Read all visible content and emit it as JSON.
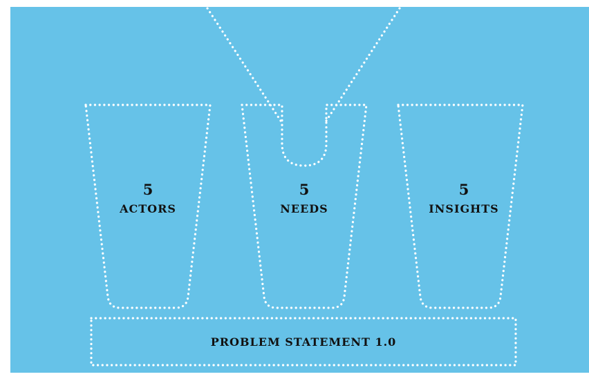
{
  "cups": [
    {
      "count": "5",
      "label": "ACTORS"
    },
    {
      "count": "5",
      "label": "NEEDS"
    },
    {
      "count": "5",
      "label": "INSIGHTS"
    }
  ],
  "base": {
    "label": "PROBLEM STATEMENT 1.0"
  },
  "colors": {
    "background": "#66c2e8",
    "outline": "#ffffff",
    "text": "#111111"
  }
}
